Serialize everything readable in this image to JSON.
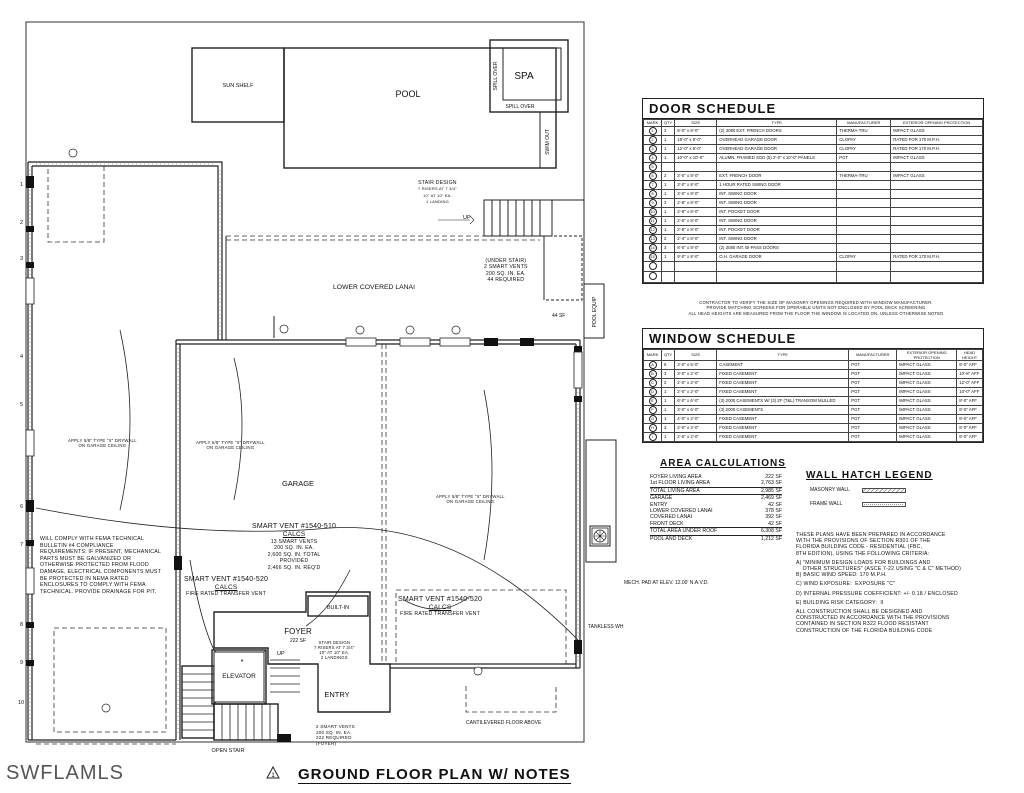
{
  "watermark": "SWFLAMLS",
  "plan_title": "GROUND FLOOR PLAN W/ NOTES",
  "plan_title_mark": "1",
  "rooms": {
    "sun_shelf": "SUN SHELF",
    "pool": "POOL",
    "spa": "SPA",
    "spill_over_1": "SPILL OVER",
    "spill_over_2": "SPILL OVER",
    "swim_out": "SWIM OUT",
    "lower_covered_lanai": "LOWER COVERED LANAI",
    "garage": "GARAGE",
    "foyer": "FOYER",
    "foyer_area": "222 SF",
    "elevator": "ELEVATOR",
    "entry": "ENTRY",
    "built_in": "BUILT-IN",
    "pool_equip": "POOL EQUIP",
    "open_stair": "OPEN STAIR",
    "cantilevered_floor": "CANTILEVERED FLOOR ABOVE",
    "lanai_44sf": "44 SF",
    "mech_pad": "MECH. PAD AT ELEV. 12.00' N.A.V.D.",
    "tankless": "TANKLESS WH"
  },
  "callouts": {
    "stair_design_top": [
      "STAIR DESIGN",
      "7 RISERS AT 7 3/4\"",
      "10\" AT 10\" EA.",
      "1 LANDING"
    ],
    "under_stair": [
      "(UNDER STAIR)",
      "2 SMART VENTS",
      "200 SQ. IN. EA.",
      "44 REQUIRED"
    ],
    "drywall_left": [
      "APPLY 5/8\" TYPE \"X\" DRYWALL",
      "ON GARAGE CEILING"
    ],
    "drywall_mid": [
      "APPLY 5/8\" TYPE \"X\" DRYWALL",
      "ON GARAGE CEILING"
    ],
    "drywall_right": [
      "APPLY 5/8\" TYPE \"X\" DRYWALL",
      "ON GARAGE CEILING"
    ],
    "smart_vent_510": [
      "SMART VENT #1540-510",
      "CALCS",
      "13 SMART VENTS",
      "200 SQ. IN. EA.",
      "2,600 SQ. IN. TOTAL",
      "PROVIDED",
      "2,466 SQ. IN. REQ'D"
    ],
    "smart_vent_520a": [
      "SMART VENT #1540-520",
      "CALCS",
      "FIRE RATED TRANSFER VENT"
    ],
    "smart_vent_520b": [
      "SMART VENT #1540-520",
      "CALCS",
      "FIRE RATED TRANSFER VENT"
    ],
    "stair_design_foyer": [
      "STAIR DESIGN",
      "7 RISERS AT 7 3/4\"",
      "10\" AT 10\" EA.",
      "2 LANDINGS"
    ],
    "smart_vents_foyer": [
      "2 SMART VENTS",
      "200 SQ. IN. EA.",
      "222 REQUIRED",
      "(FOYER)"
    ],
    "up_1": "UP",
    "up_2": "UP",
    "fema_note": [
      "WILL COMPLY WITH FEMA TECHNICAL",
      "BULLETIN #4 COMPLIANCE",
      "REQUIREMENTS: IF PRESENT, MECHANICAL",
      "PARTS MUST BE GALVANIZED OR",
      "OTHERWISE PROTECTED FROM FLOOD",
      "DAMAGE, ELECTRICAL COMPONENTS MUST",
      "BE PROTECTED IN NEMA RATED",
      "ENCLOSURES TO COMPLY WITH FEMA",
      "TECHNICAL. PROVIDE DRAINAGE FOR PIT."
    ]
  },
  "grid_left": [
    "1",
    "2",
    "3",
    "4",
    "5",
    "6",
    "7",
    "8",
    "9",
    "10"
  ],
  "door_schedule": {
    "title": "DOOR SCHEDULE",
    "headers": [
      "MARK",
      "QTY",
      "SIZE",
      "TYPE",
      "MANUFACTURER",
      "EXTERIOR OPENING PROTECTION"
    ],
    "rows": [
      [
        "1",
        "3",
        "8'-0\" x 8'-0\"",
        "(2) 3080 EXT. FRENCH DOORS",
        "THERMA-TRU",
        "IMPACT GLASS"
      ],
      [
        "2",
        "1",
        "18'-0\" x 8'-0\"",
        "OVERHEAD GARAGE DOOR",
        "CLOPAY",
        "RATED FOR 170 M.P.H."
      ],
      [
        "3",
        "1",
        "12'-0\" x 8'-0\"",
        "OVERHEAD GARAGE DOOR",
        "CLOPAY",
        "RATED FOR 170 M.P.H."
      ],
      [
        "4",
        "1",
        "10'-0\" x 10'-0\"",
        "ALUMN. FRAMED SGD (5) 2'-0\" x 10'-0\" PANELS",
        "PGT",
        "IMPACT GLASS"
      ],
      [
        "5",
        "",
        "",
        "",
        "",
        ""
      ],
      [
        "6",
        "2",
        "3'-0\" x 8'-0\"",
        "EXT. FRENCH DOOR",
        "THERMA-TRU",
        "IMPACT GLASS"
      ],
      [
        "7",
        "1",
        "3'-0\" x 8'-0\"",
        "1 HOUR RATED SWING DOOR",
        "",
        ""
      ],
      [
        "8",
        "1",
        "3'-0\" x 8'-0\"",
        "INT. SWING DOOR",
        "",
        ""
      ],
      [
        "9",
        "3",
        "2'-8\" x 8'-0\"",
        "INT. SWING DOOR",
        "",
        ""
      ],
      [
        "10",
        "1",
        "2'-8\" x 8'-0\"",
        "INT. POCKET DOOR",
        "",
        ""
      ],
      [
        "11",
        "1",
        "2'-6\" x 8'-0\"",
        "INT. SWING DOOR",
        "",
        ""
      ],
      [
        "12",
        "1",
        "2'-8\" x 8'-0\"",
        "INT. POCKET DOOR",
        "",
        ""
      ],
      [
        "13",
        "2",
        "2'-4\" x 8'-0\"",
        "INT. SWING DOOR",
        "",
        ""
      ],
      [
        "14",
        "3",
        "8'-0\" x 8'-0\"",
        "(2) 3080 INT. BI-PASS DOORS",
        "",
        ""
      ],
      [
        "15",
        "1",
        "9'-0\" x 8'-0\"",
        "O.H. GARAGE DOOR",
        "CLOPAY",
        "RATED FOR 170 M.P.H."
      ],
      [
        "",
        "",
        "",
        "",
        "",
        ""
      ],
      [
        "",
        "",
        "",
        "",
        "",
        ""
      ]
    ],
    "notes": [
      "CONTRACTOR TO VERIFY THE SIZE OF MASONRY OPENINGS REQUIRED WITH WINDOW MANUFACTURER.",
      "PROVIDE MATCHING SCREENS FOR OPERABLE UNITS NOT ENCLOSED BY POOL DECK SCREENING",
      "ALL HEAD HEIGHTS ARE MEASURED FROM THE FLOOR THE WINDOW IS LOCATED ON, UNLESS OTHERWISE NOTED"
    ]
  },
  "window_schedule": {
    "title": "WINDOW SCHEDULE",
    "headers": [
      "MARK",
      "QTY",
      "SIZE",
      "TYPE",
      "MANUFACTURER",
      "EXTERIOR OPENING PROTECTION",
      "HEAD HEIGHT"
    ],
    "rows": [
      [
        "A",
        "6",
        "3'-0\" x 5'-0\"",
        "CASEMENT",
        "PGT",
        "IMPACT GLASS",
        "8'-0\" AFF"
      ],
      [
        "B",
        "3",
        "3'-0\" x 2'-0\"",
        "FIXED CASEMENT",
        "PGT",
        "IMPACT GLASS",
        "10'-8\" AFF"
      ],
      [
        "C",
        "2",
        "2'-0\" x 2'-0\"",
        "FIXED CASEMENT",
        "PGT",
        "IMPACT GLASS",
        "12'-0\" AFF"
      ],
      [
        "D",
        "1",
        "2'-0\" x 2'-0\"",
        "FIXED CASEMENT",
        "PGT",
        "IMPACT GLASS",
        "10'-0\" AFF"
      ],
      [
        "E",
        "1",
        "6'-0\" x 6'-0\"",
        "(3) 2000 CASEMENTS W/ (3) 2F (T&L) TRANSOM MULLED",
        "PGT",
        "IMPACT GLASS",
        "8'-0\" AFF"
      ],
      [
        "F",
        "1",
        "3'-0\" x 6'-0\"",
        "(3) 2000 CASEMENTS",
        "PGT",
        "IMPACT GLASS",
        "8'-0\" AFF"
      ],
      [
        "G",
        "1",
        "4'-0\" x 2'-0\"",
        "FIXED CASEMENT",
        "PGT",
        "IMPACT GLASS",
        "8'-0\" AFF"
      ],
      [
        "H",
        "3",
        "2'-0\" x 2'-0\"",
        "FIXED CASEMENT",
        "PGT",
        "IMPACT GLASS",
        "8'-0\" AFF"
      ],
      [
        "I",
        "1",
        "2'-6\" x 2'-0\"",
        "FIXED CASEMENT",
        "PGT",
        "IMPACT GLASS",
        "8'-0\" AFF"
      ]
    ]
  },
  "area_calculations": {
    "title": "AREA CALCULATIONS",
    "rows": [
      {
        "label": "FOYER LIVING AREA",
        "value": "222 SF",
        "sep": false
      },
      {
        "label": "1st FLOOR LIVING AREA",
        "value": "2,763 SF",
        "sep": false
      },
      {
        "label": "TOTAL LIVING AREA",
        "value": "2,985 SF",
        "sep": true
      },
      {
        "label": "GARAGE",
        "value": "2,469 SF",
        "sep": true
      },
      {
        "label": "ENTRY",
        "value": "42 SF",
        "sep": false
      },
      {
        "label": "LOWER COVERED LANAI",
        "value": "378 SF",
        "sep": false
      },
      {
        "label": "COVERED LANAI",
        "value": "392 SF",
        "sep": false
      },
      {
        "label": "FRONT DECK",
        "value": "42 SF",
        "sep": false
      },
      {
        "label": "TOTAL AREA UNDER ROOF",
        "value": "6,308 SF",
        "sep": true
      },
      {
        "label": "POOL AND DECK",
        "value": "1,212 SF",
        "sep": true
      }
    ]
  },
  "wall_legend": {
    "title": "WALL HATCH LEGEND",
    "masonry": "MASONRY WALL",
    "frame": "FRAME WALL"
  },
  "code_notes": [
    "THESE PLANS HAVE BEEN PREPARED IN ACCORDANCE",
    "WITH THE PROVISIONS OF SECTION R301 OF THE",
    "FLORIDA BUILDING CODE - RESIDENTIAL (FBC,",
    "8th EDITION), USING THE FOLLOWING CRITERIA:",
    "",
    "A) \"MINIMUM DESIGN LOADS FOR BUILDINGS AND",
    "    OTHER STRUCTURES\" (ASCE 7-22 USING \"C & C\" METHOD)",
    "B) BASIC WIND SPEED: 170 M.P.H.",
    "",
    "C) WIND EXPOSURE:  EXPOSURE \"C\"",
    "",
    "D) INTERNAL PRESSURE COEFFICIENT: +/- 0.18 / ENCLOSED",
    "",
    "E) BUILDING RISK CATEGORY:  II",
    "",
    "ALL CONSTRUCTION SHALL BE DESIGNED AND",
    "CONSTRUCTED IN ACCORDANCE WITH THE PROVISIONS",
    "CONTAINED IN SECTION R322 FLOOD RESISTANT",
    "CONSTRUCTION OF THE FLORIDA BUILDING CODE"
  ]
}
